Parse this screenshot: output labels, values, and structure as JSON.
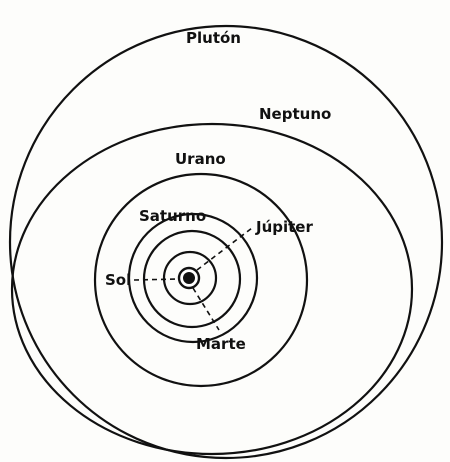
{
  "labels": {
    "pluto": "Plutón",
    "neptune": "Neptuno",
    "uranus": "Urano",
    "saturn": "Saturno",
    "jupiter": "Júpiter",
    "sun": "Sol",
    "mars": "Marte"
  }
}
